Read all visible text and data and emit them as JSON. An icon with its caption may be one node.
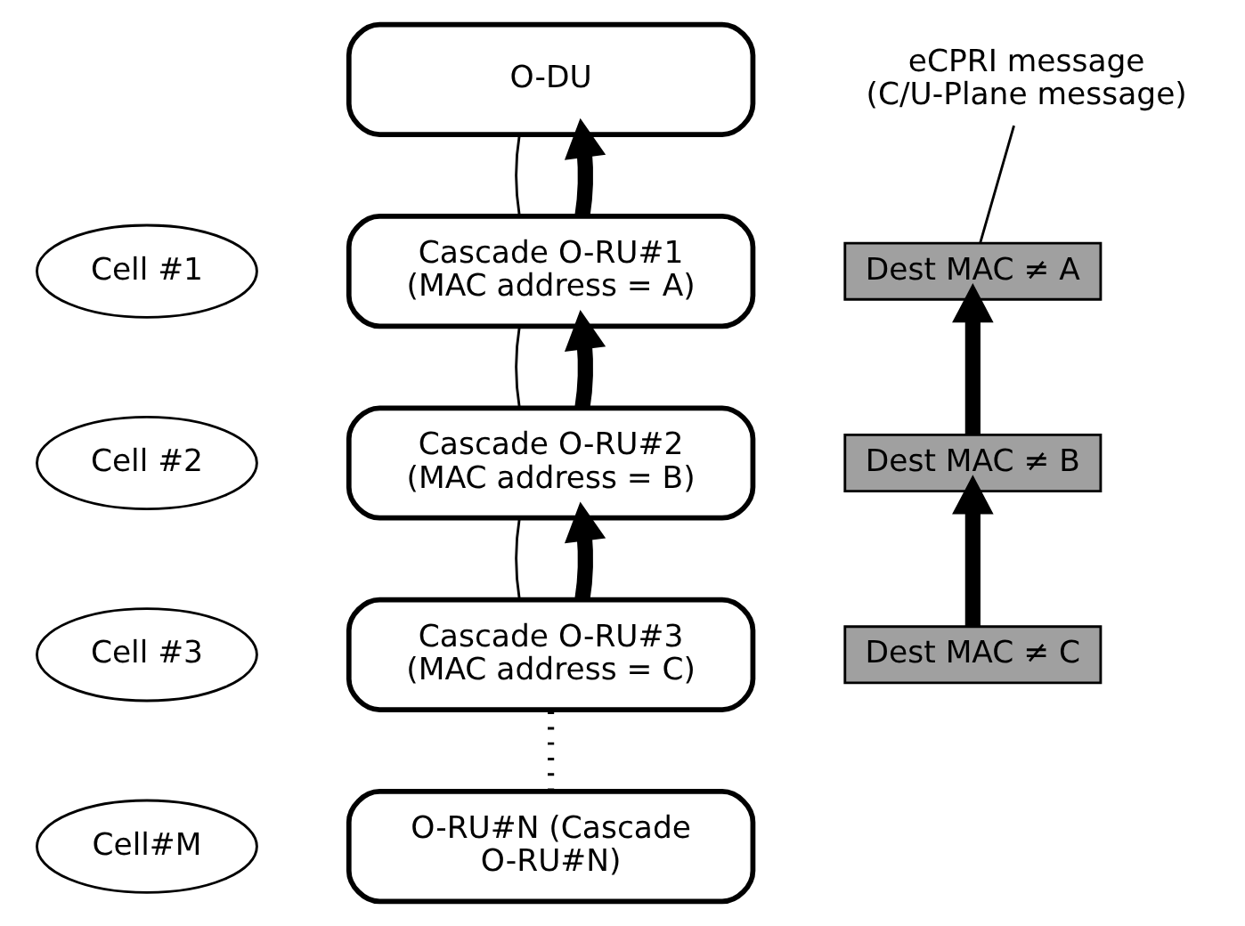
{
  "diagram": {
    "nodes": [
      {
        "text": [
          "O-DU"
        ]
      },
      {
        "text": [
          "Cell #1"
        ]
      },
      {
        "text": [
          "Cascade O-RU#1 (MAC address = A)"
        ]
      },
      {
        "text": [
          "Cell #2"
        ]
      },
      {
        "text": [
          "Cascade O-RU#2 (MAC address = B)"
        ]
      },
      {
        "text": [
          "Cell #3"
        ]
      },
      {
        "text": [
          "Cascade O-RU#3 (MAC address = C)"
        ]
      },
      {
        "text": [
          "Cell#M"
        ]
      },
      {
        "text": [
          "O-RU#N (Cascade O-RU#N)"
        ]
      },
      {
        "text": [
          "Dest MAC ≠ A"
        ]
      },
      {
        "text": [
          "Dest MAC ≠ B"
        ]
      },
      {
        "text": [
          "Dest MAC ≠ C"
        ]
      },
      {
        "text": [
          "eCPRI message (C/U-Plane message)"
        ]
      }
    ],
    "edges": [
      {
        "from": 2,
        "to": 0,
        "arrow": "none"
      },
      {
        "from": 2,
        "to": 0,
        "arrow": "to",
        "style": "thick"
      },
      {
        "from": 4,
        "to": 2,
        "arrow": "none"
      },
      {
        "from": 4,
        "to": 2,
        "arrow": "to",
        "style": "thick"
      },
      {
        "from": 6,
        "to": 4,
        "arrow": "none"
      },
      {
        "from": 6,
        "to": 4,
        "arrow": "to",
        "style": "thick"
      },
      {
        "from": 6,
        "to": 8,
        "arrow": "none",
        "style": "dashed"
      },
      {
        "from": 11,
        "to": 10,
        "arrow": "to",
        "style": "thick"
      },
      {
        "from": 10,
        "to": 9,
        "arrow": "to",
        "style": "thick"
      },
      {
        "from": 12,
        "to": 9,
        "arrow": "none"
      }
    ]
  }
}
